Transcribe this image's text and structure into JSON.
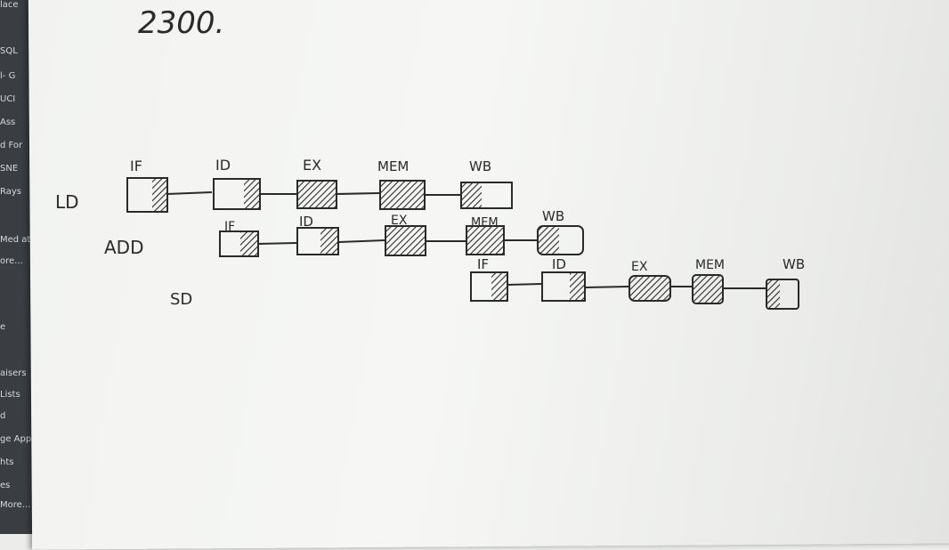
{
  "sidebar": {
    "items": [
      "lace",
      "SQL",
      "l- G",
      "UCI",
      "Ass",
      "d For",
      "SNE",
      "Rays",
      "Med at",
      "ore...",
      "e",
      "aisers",
      "Lists",
      "d",
      "ge App",
      "hts",
      "es",
      "More..."
    ]
  },
  "note": {
    "number": "2300."
  },
  "pipeline": {
    "instructions": [
      "LD",
      "ADD",
      "SD"
    ],
    "stages": [
      "IF",
      "ID",
      "EX",
      "MEM",
      "WB"
    ]
  }
}
